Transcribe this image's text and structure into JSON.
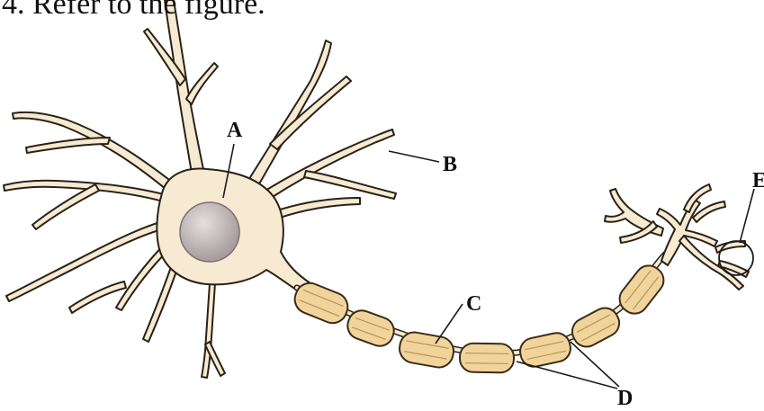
{
  "question": {
    "text": "4. Refer to the figure."
  },
  "labels": {
    "A": "A",
    "B": "B",
    "C": "C",
    "D": "D",
    "E": "E"
  },
  "colors": {
    "cell_fill": "#f6ead2",
    "soma_glow": "#f2c77d",
    "nucleus": "#bdb4b6",
    "myelin": "#f1d49b",
    "outline": "#2a2216"
  }
}
